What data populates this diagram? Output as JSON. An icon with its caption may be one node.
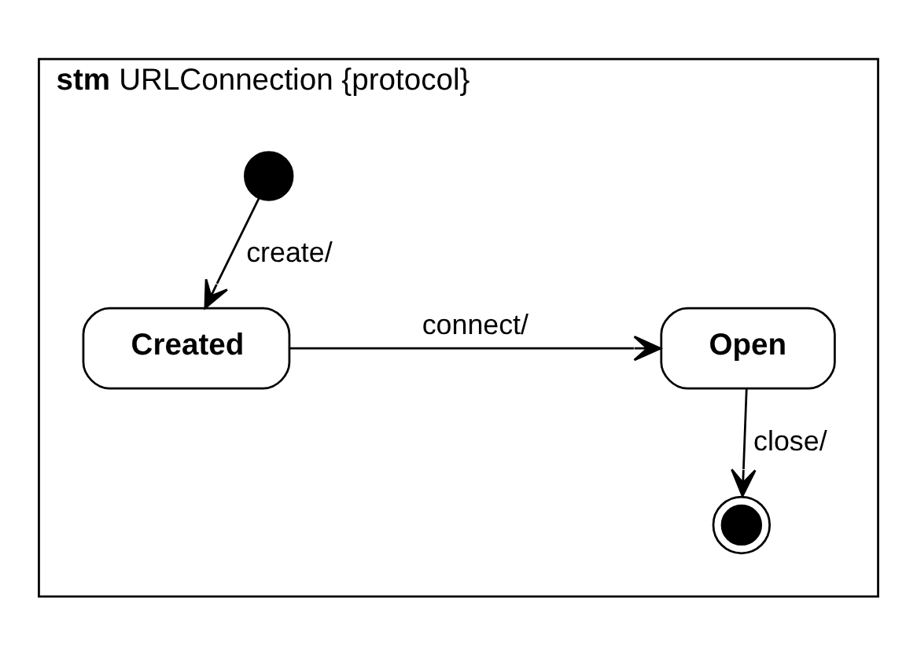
{
  "diagram": {
    "nodes": [
      {
        "text": [
          "**stm** URLConnection {protocol}"
        ]
      },
      {
        "text": [],
        "shape": "circle",
        "in": 0
      },
      {
        "text": [
          "Created"
        ],
        "in": 0
      },
      {
        "text": [
          "Open"
        ],
        "in": 0
      },
      {
        "text": [],
        "shape": "circle",
        "in": 0
      }
    ],
    "edges": [
      {
        "from": 1,
        "to": 2,
        "arrow": "to",
        "label": "create/"
      },
      {
        "from": 2,
        "to": 3,
        "arrow": "to",
        "label": "connect/"
      },
      {
        "from": 3,
        "to": 4,
        "arrow": "to",
        "label": "close/"
      }
    ]
  }
}
